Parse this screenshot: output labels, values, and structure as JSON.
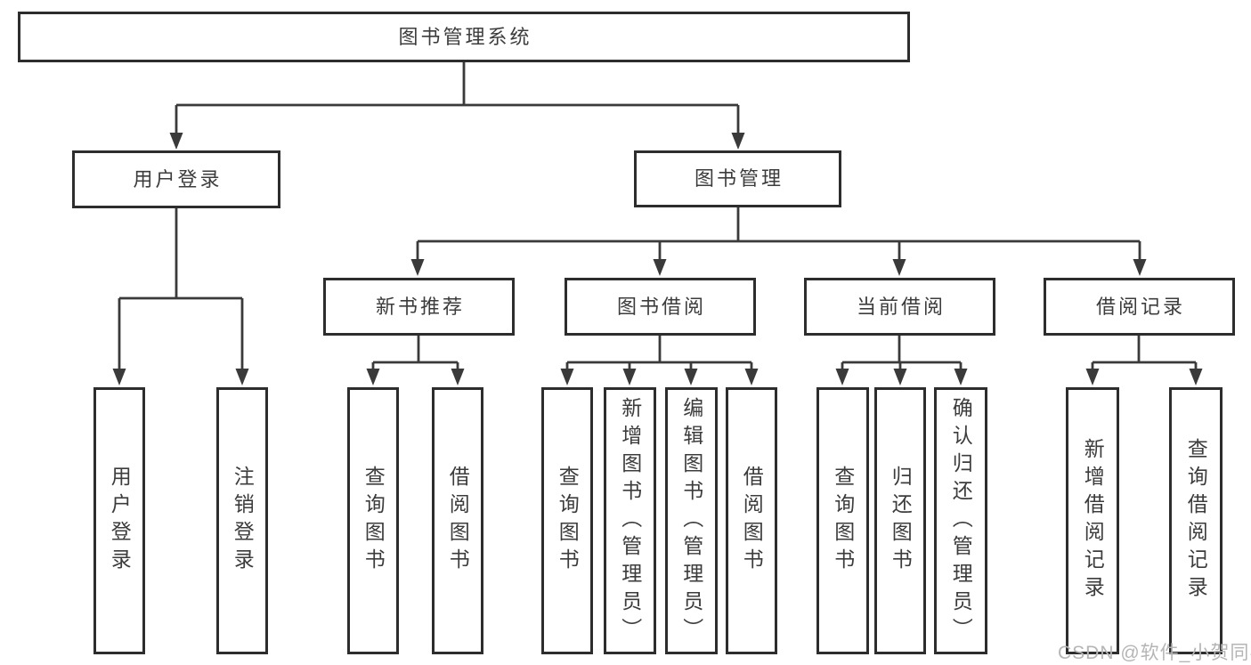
{
  "diagram": {
    "title": "图书管理系统",
    "watermark": "CSDN @软件_小贺同学",
    "colors": {
      "line": "#3a3a3a",
      "border": "#2d2d2d",
      "text": "#3c3c3c",
      "watermark": "#b5b5b5",
      "background": "#ffffff"
    },
    "nodes": {
      "root": {
        "label": "图书管理系统"
      },
      "user_login": {
        "label": "用户登录"
      },
      "book_mgmt": {
        "label": "图书管理"
      },
      "new_book": {
        "label": "新书推荐"
      },
      "book_borrow": {
        "label": "图书借阅"
      },
      "current_borrow": {
        "label": "当前借阅"
      },
      "borrow_records": {
        "label": "借阅记录"
      },
      "leaf_user_login": {
        "label": "用户登录"
      },
      "leaf_logout": {
        "label": "注销登录"
      },
      "leaf_query_a": {
        "label": "查询图书"
      },
      "leaf_borrow_a": {
        "label": "借阅图书"
      },
      "leaf_query_b": {
        "label": "查询图书"
      },
      "leaf_add_book": {
        "label": "新增图书（管理员）"
      },
      "leaf_edit_book": {
        "label": "编辑图书（管理员）"
      },
      "leaf_borrow_b": {
        "label": "借阅图书"
      },
      "leaf_query_c": {
        "label": "查询图书"
      },
      "leaf_return": {
        "label": "归还图书"
      },
      "leaf_confirm": {
        "label": "确认归还（管理员）"
      },
      "leaf_add_record": {
        "label": "新增借阅记录"
      },
      "leaf_query_record": {
        "label": "查询借阅记录"
      }
    },
    "edges": [
      {
        "from": "root",
        "to": "user_login"
      },
      {
        "from": "root",
        "to": "book_mgmt"
      },
      {
        "from": "user_login",
        "to": "leaf_user_login"
      },
      {
        "from": "user_login",
        "to": "leaf_logout"
      },
      {
        "from": "book_mgmt",
        "to": "new_book"
      },
      {
        "from": "book_mgmt",
        "to": "book_borrow"
      },
      {
        "from": "book_mgmt",
        "to": "current_borrow"
      },
      {
        "from": "book_mgmt",
        "to": "borrow_records"
      },
      {
        "from": "new_book",
        "to": "leaf_query_a"
      },
      {
        "from": "new_book",
        "to": "leaf_borrow_a"
      },
      {
        "from": "book_borrow",
        "to": "leaf_query_b"
      },
      {
        "from": "book_borrow",
        "to": "leaf_add_book"
      },
      {
        "from": "book_borrow",
        "to": "leaf_edit_book"
      },
      {
        "from": "book_borrow",
        "to": "leaf_borrow_b"
      },
      {
        "from": "current_borrow",
        "to": "leaf_query_c"
      },
      {
        "from": "current_borrow",
        "to": "leaf_return"
      },
      {
        "from": "current_borrow",
        "to": "leaf_confirm"
      },
      {
        "from": "borrow_records",
        "to": "leaf_add_record"
      },
      {
        "from": "borrow_records",
        "to": "leaf_query_record"
      }
    ]
  }
}
